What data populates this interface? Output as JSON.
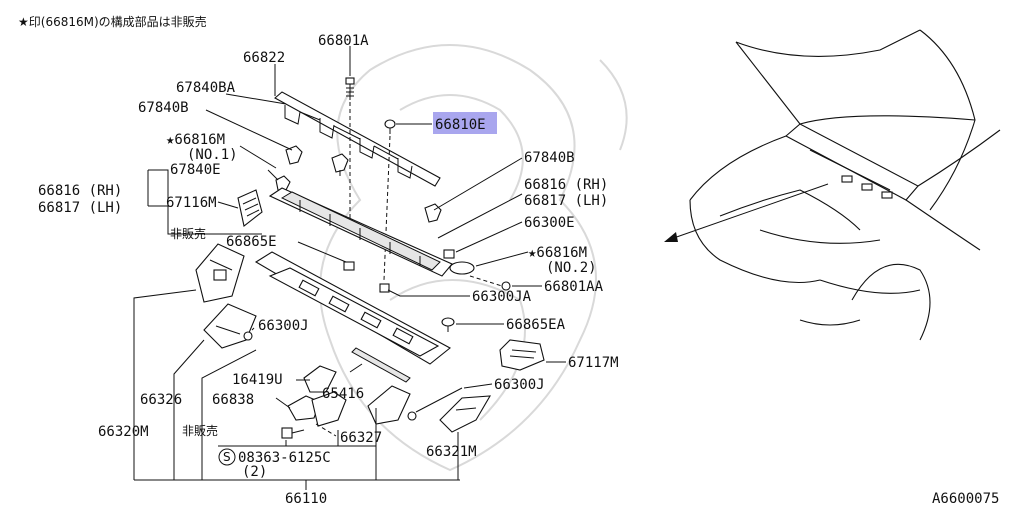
{
  "note": "★印(66816M)の構成部品は非販売",
  "diagram_id": "A6600075",
  "highlight_color": "#a9a6ee",
  "labels": {
    "p66801A": "66801A",
    "p66822": "66822",
    "p67840BA": "67840BA",
    "p67840B_top": "67840B",
    "p66801E": "66810E",
    "p66816M_no1": "★66816M",
    "no1": "(NO.1)",
    "p67840E": "67840E",
    "p67840B_right": "67840B",
    "p66816RH_left": "66816 (RH)",
    "p66817LH_left": "66817 (LH)",
    "p66816RH_right": "66816 (RH)",
    "p66817LH_right": "66817 (LH)",
    "p67116M": "67116M",
    "p66300E": "66300E",
    "hihanbai_1": "非販売",
    "p66865E": "66865E",
    "p66816M_no2": "★66816M",
    "no2": "(NO.2)",
    "p66801AA": "66801AA",
    "p66300JA": "66300JA",
    "p66300J_left": "66300J",
    "p66865EA": "66865EA",
    "p67117M": "67117M",
    "p16419U": "16419U",
    "p66300J_right": "66300J",
    "p65416": "65416",
    "p66326": "66326",
    "p66838": "66838",
    "p66320M": "66320M",
    "hihanbai_2": "非販売",
    "p66327": "66327",
    "p66321M": "66321M",
    "s_mark": "S",
    "p08363": "08363-6125C",
    "qty2": "(2)",
    "p66110": "66110"
  }
}
